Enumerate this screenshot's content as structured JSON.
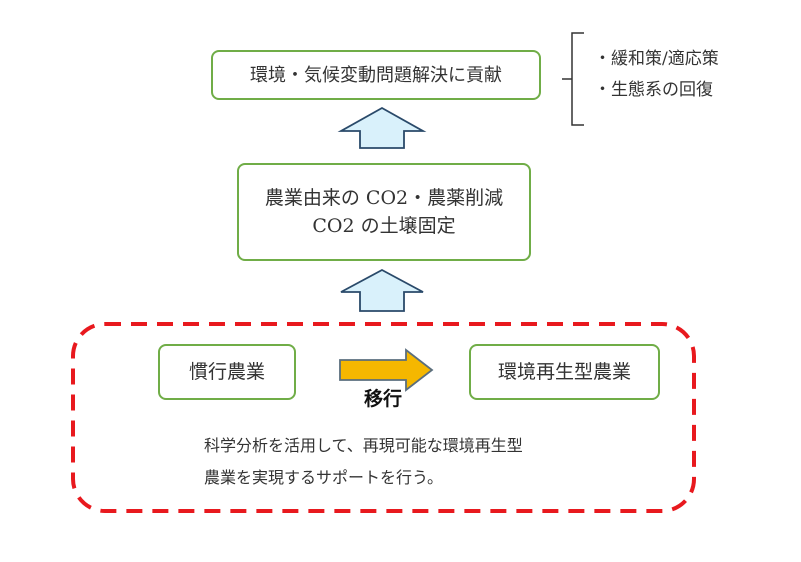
{
  "goal": {
    "text": "環境・気候変動問題解決に貢献"
  },
  "benefits": [
    "・緩和策/適応策",
    "・生態系の回復"
  ],
  "reduction": {
    "line1": "農業由来の CO2・農薬削減",
    "line2": "CO2 の土壌固定"
  },
  "transition": {
    "from": "慣行農業",
    "to": "環境再生型農業",
    "label": "移行",
    "description": [
      "科学分析を活用して、再現可能な環境再生型",
      "農業を実現するサポートを行う。"
    ]
  },
  "colors": {
    "box_border": "#70ad47",
    "up_arrow_fill": "#d9f1fb",
    "up_arrow_stroke": "#2a4a6a",
    "transition_arrow_fill": "#f5b700",
    "dashed_border": "#e8191e"
  }
}
